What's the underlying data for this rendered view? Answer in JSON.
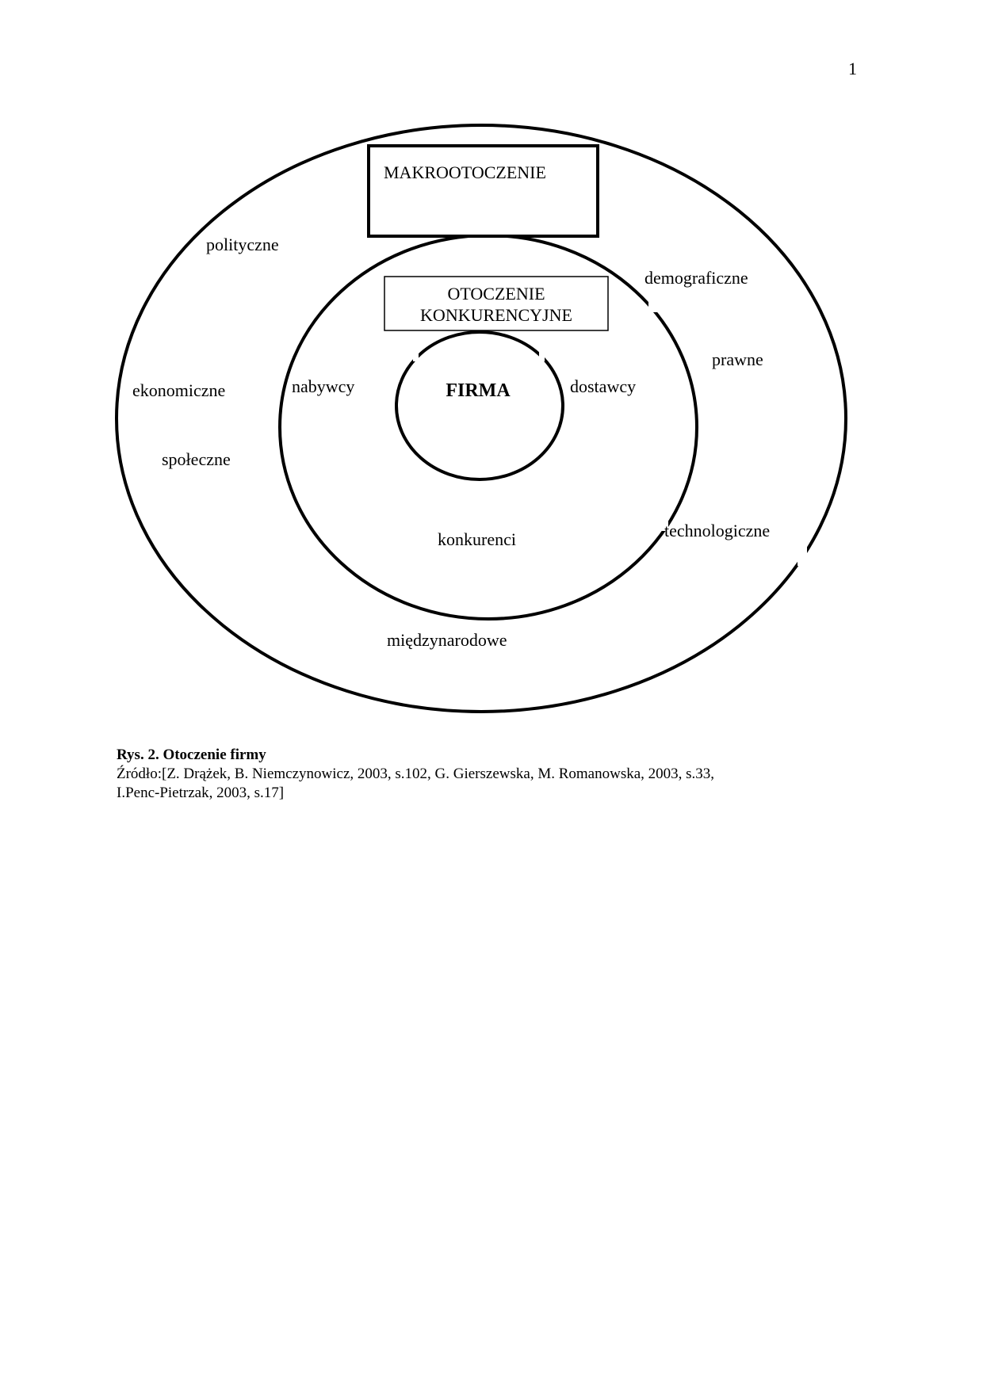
{
  "page": {
    "number": "1"
  },
  "diagram": {
    "outer_box_label": "MAKROOTOCZENIE",
    "inner_box_label_line1": "OTOCZENIE",
    "inner_box_label_line2": "KONKURENCYJNE",
    "center_label": "FIRMA",
    "macro_factors": {
      "polityczne": "polityczne",
      "demograficzne": "demograficzne",
      "prawne": "prawne",
      "ekonomiczne": "ekonomiczne",
      "spoleczne": "społeczne",
      "technologiczne": "technologiczne",
      "miedzynarodowe": "międzynarodowe"
    },
    "competitive_factors": {
      "nabywcy": "nabywcy",
      "dostawcy": "dostawcy",
      "konkurenci": "konkurenci"
    }
  },
  "caption": {
    "title": "Rys. 2. Otoczenie firmy",
    "source_line1": "Źródło:[Z. Drążek, B. Niemczynowicz, 2003, s.102, G. Gierszewska, M. Romanowska, 2003, s.33,",
    "source_line2": "I.Penc-Pietrzak, 2003, s.17]"
  }
}
